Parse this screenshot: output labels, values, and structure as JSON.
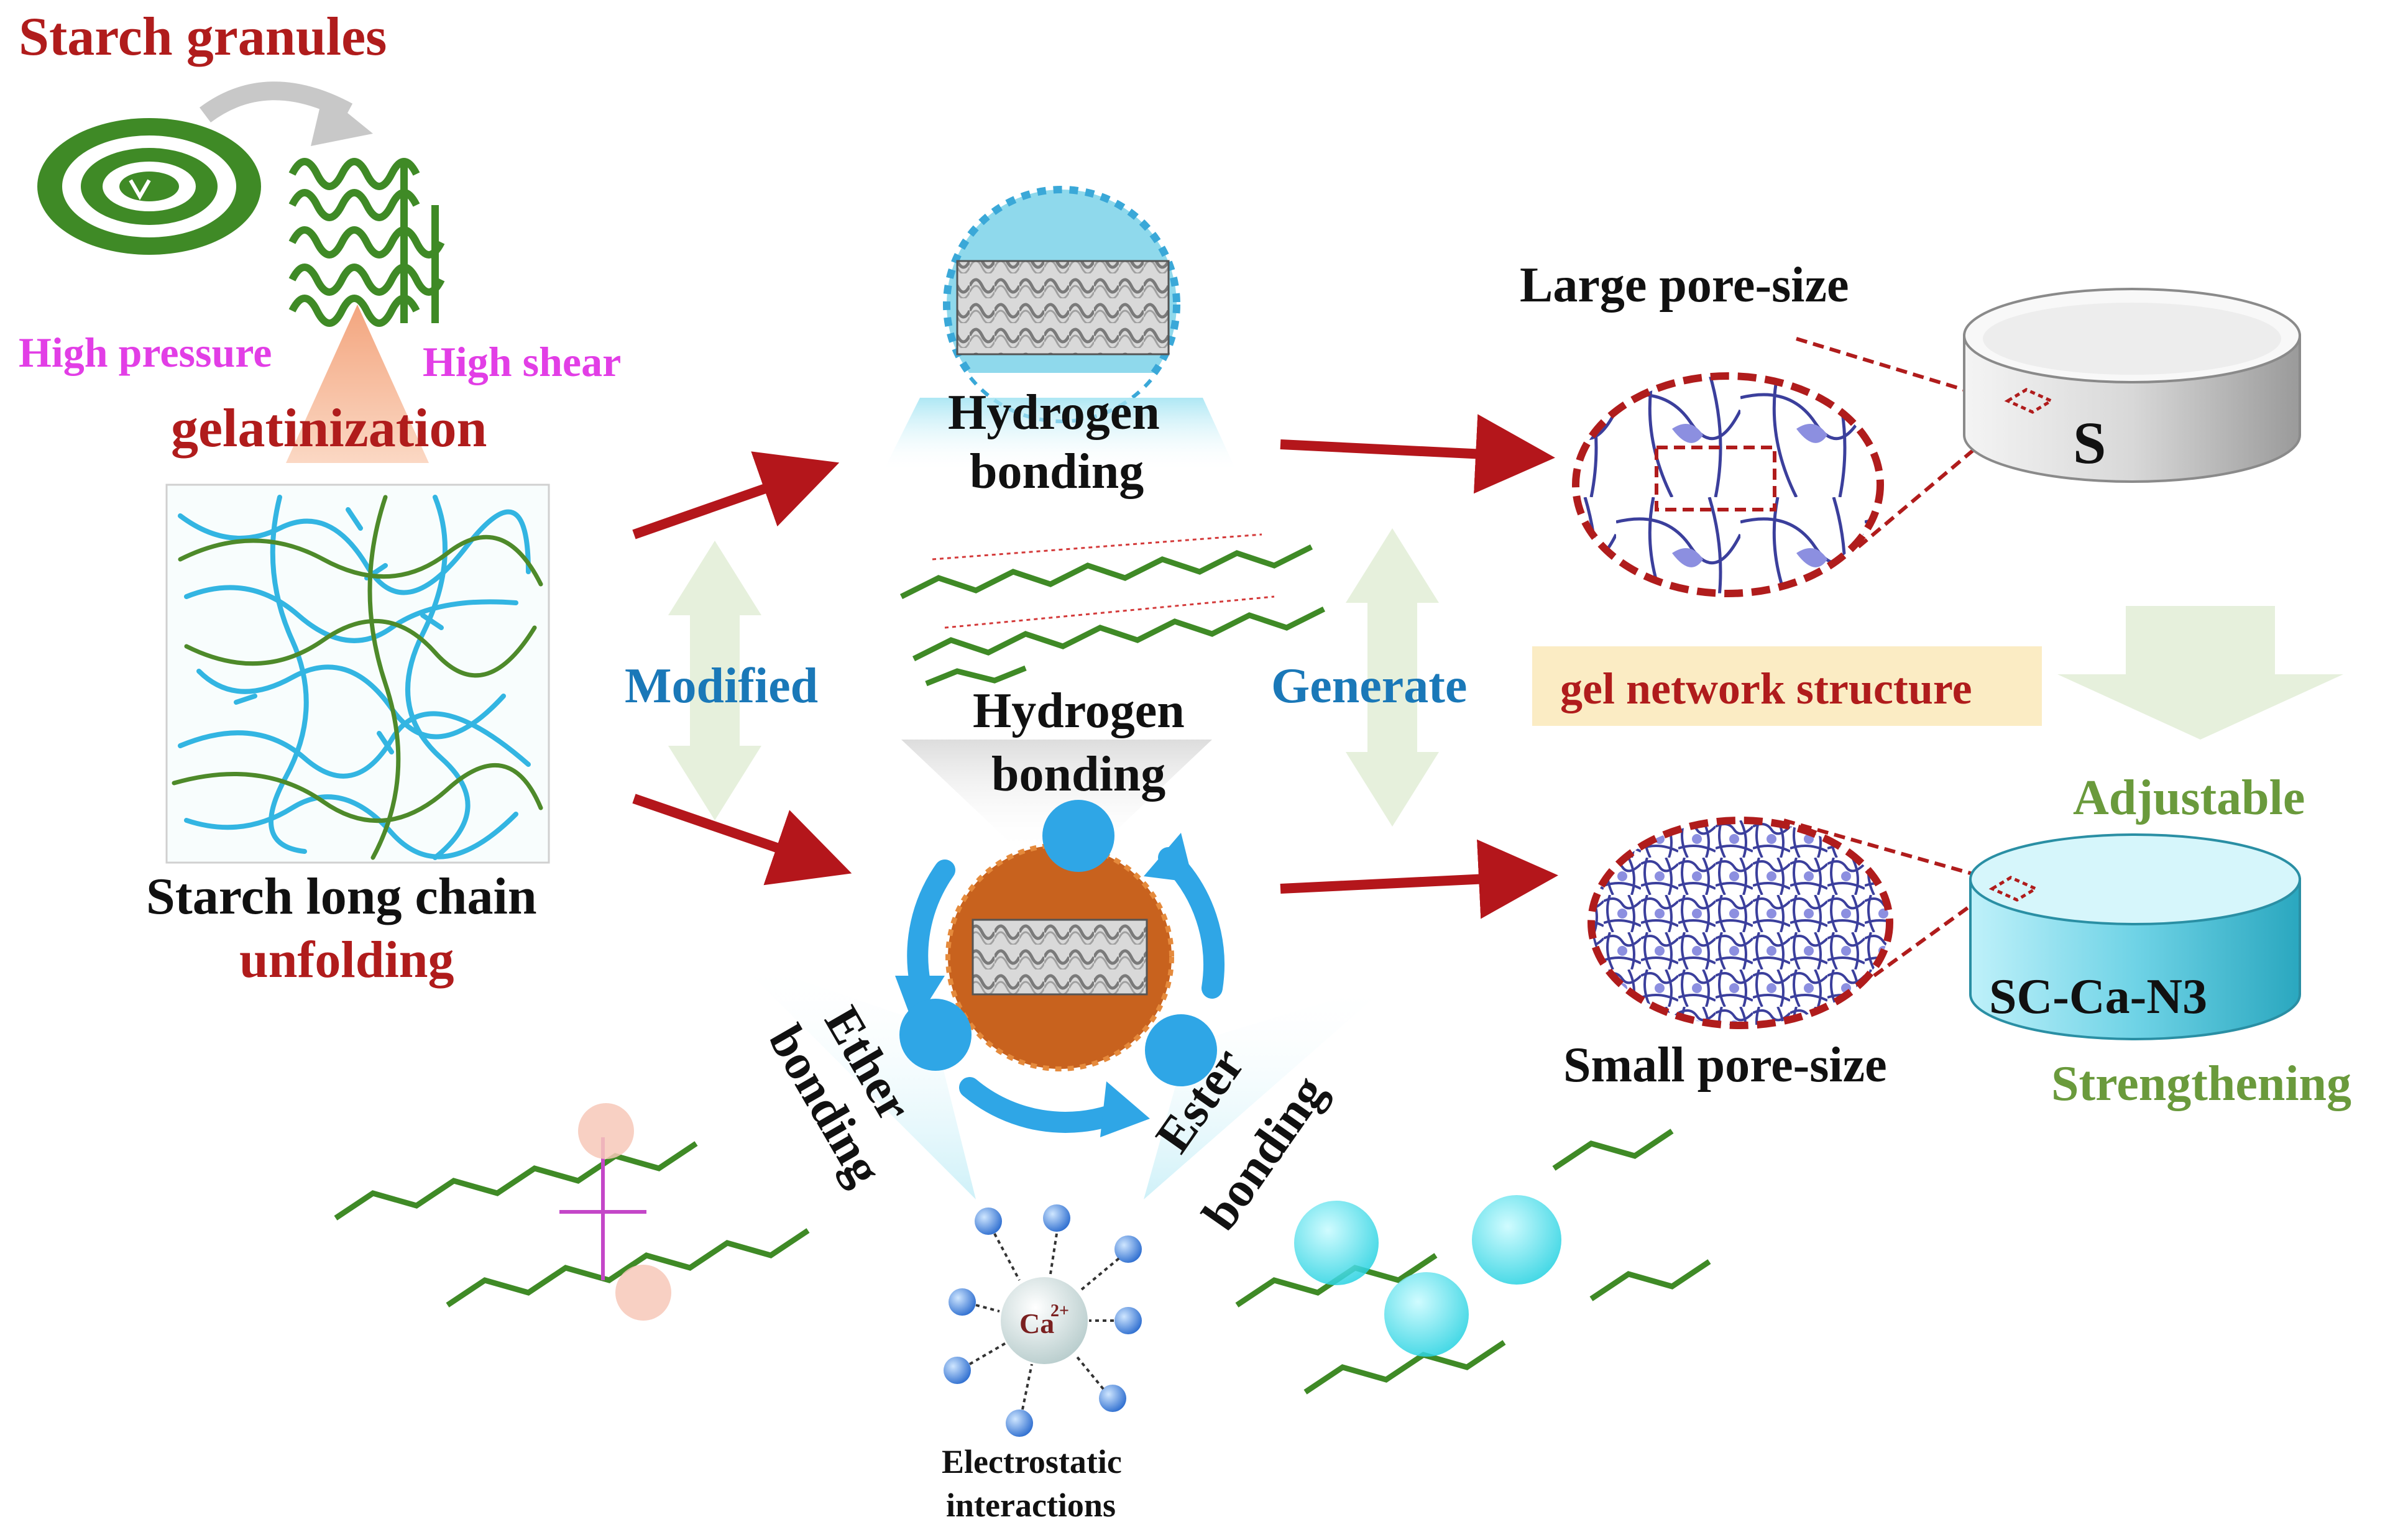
{
  "colors": {
    "dark_red": "#b01c1c",
    "arrow_red": "#b4161b",
    "magenta": "#e23ee6",
    "blue_text": "#1a78b8",
    "green_text": "#6a9a3c",
    "starch_green": "#3f8a26",
    "chain_blue": "#33b5e2",
    "chain_green": "#4e8a2a",
    "cyan": "#7fdcec",
    "orange": "#c8621e",
    "pore_violet": "#8c8fe0",
    "highlight_bg": "#fbecc4",
    "soft_green": "#e6f0dc"
  },
  "labels": {
    "starch_granules": "Starch granules",
    "high_pressure": "High pressure",
    "high_shear": "High shear",
    "gelatinization": "gelatinization",
    "starch_long_chain": "Starch long chain",
    "unfolding": "unfolding",
    "modified": "Modified",
    "generate": "Generate",
    "hydrogen_bonding_top_1": "Hydrogen",
    "hydrogen_bonding_top_2": "bonding",
    "hydrogen_bonding_mid_1": "Hydrogen",
    "hydrogen_bonding_mid_2": "bonding",
    "ether_1": "Ether",
    "ether_2": "bonding",
    "ester_1": "Ester",
    "ester_2": "bonding",
    "calcium": "Ca",
    "calcium_charge": "2+",
    "electrostatic_1": "Electrostatic",
    "electrostatic_2": "interactions",
    "large_pore": "Large pore-size",
    "small_pore": "Small pore-size",
    "gel_network": "gel network structure",
    "sample_s": "S",
    "sample_sc": "SC-Ca-N3",
    "adjustable": "Adjustable",
    "strengthening": "Strengthening"
  }
}
